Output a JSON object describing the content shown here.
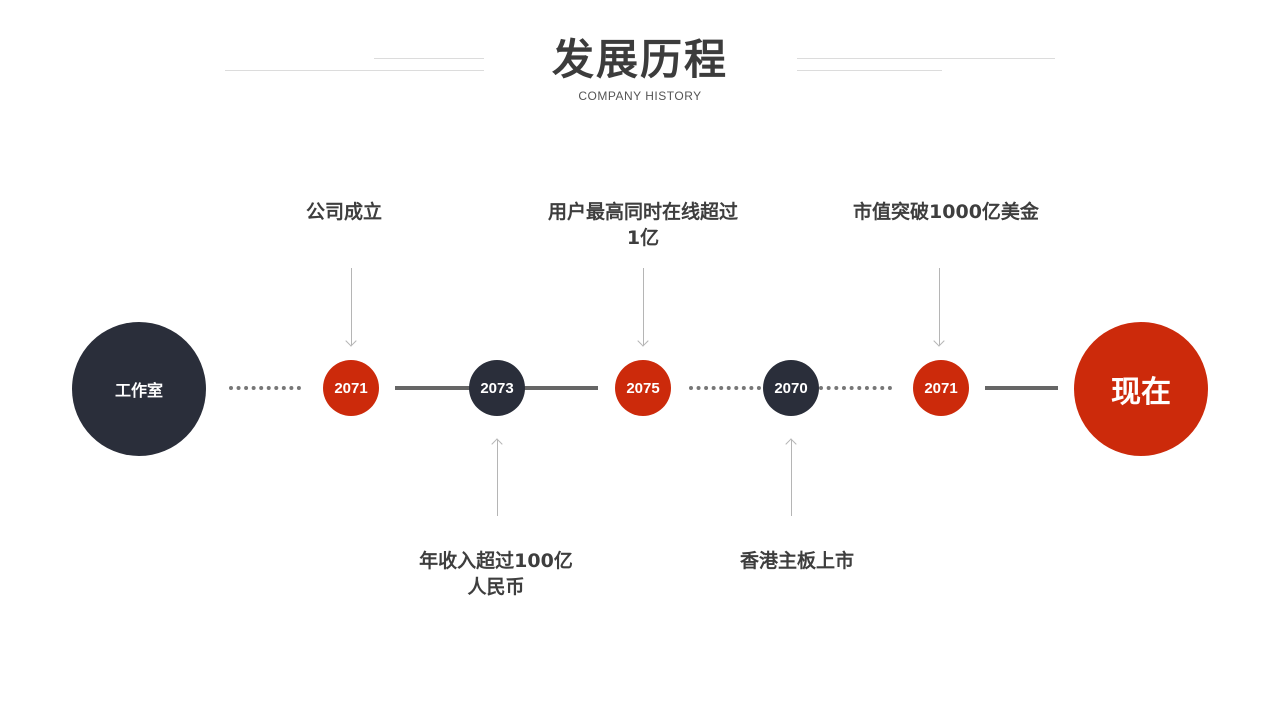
{
  "header": {
    "title": "发展历程",
    "subtitle": "COMPANY  HISTORY"
  },
  "timeline": {
    "start_label": "工作室",
    "end_label": "现在",
    "nodes": [
      {
        "year": "2071",
        "event": "公司成立",
        "event_position": "top",
        "color": "#cc2a0b"
      },
      {
        "year": "2073",
        "event": "年收入超过100亿人民币",
        "event_position": "bottom",
        "color": "#2a2e3a"
      },
      {
        "year": "2075",
        "event": "用户最高同时在线超过1亿",
        "event_position": "top",
        "color": "#cc2a0b"
      },
      {
        "year": "2070",
        "event": "香港主板上市",
        "event_position": "bottom",
        "color": "#2a2e3a"
      },
      {
        "year": "2071",
        "event": "市值突破1000亿美金",
        "event_position": "top",
        "color": "#cc2a0b"
      }
    ]
  },
  "colors": {
    "accent_red": "#cc2a0b",
    "dark_navy": "#2a2e3a",
    "line_gray": "#666666"
  }
}
